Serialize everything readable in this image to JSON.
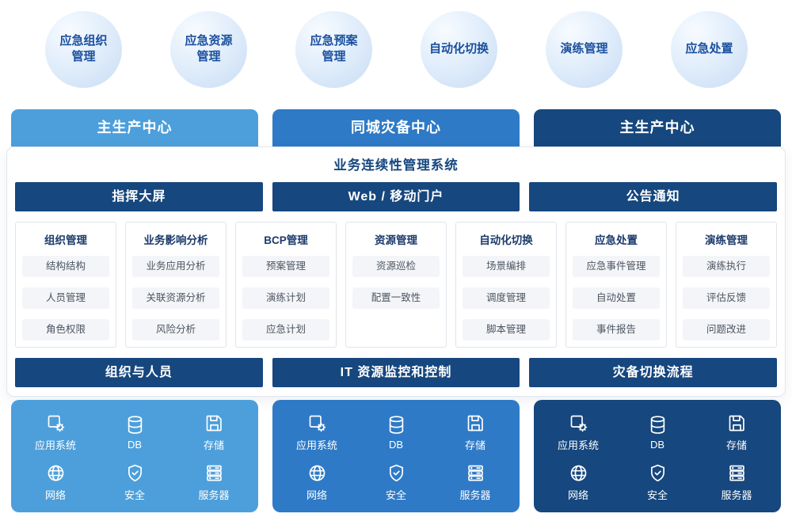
{
  "bubbles": [
    "应急组织\n管理",
    "应急资源\n管理",
    "应急预案\n管理",
    "自动化切换",
    "演练管理",
    "应急处置"
  ],
  "centers": [
    {
      "label": "主生产中心",
      "color": "#4D9FDB"
    },
    {
      "label": "同城灾备中心",
      "color": "#2E7AC7"
    },
    {
      "label": "主生产中心",
      "color": "#16477E"
    }
  ],
  "system": {
    "title": "业务连续性管理系统",
    "portals": [
      "指挥大屏",
      "Web / 移动门户",
      "公告通知"
    ],
    "columns": [
      {
        "title": "组织管理",
        "items": [
          "结构结构",
          "人员管理",
          "角色权限"
        ]
      },
      {
        "title": "业务影响分析",
        "items": [
          "业务应用分析",
          "关联资源分析",
          "风险分析"
        ]
      },
      {
        "title": "BCP管理",
        "items": [
          "预案管理",
          "演练计划",
          "应急计划"
        ]
      },
      {
        "title": "资源管理",
        "items": [
          "资源巡检",
          "配置一致性"
        ]
      },
      {
        "title": "自动化切换",
        "items": [
          "场景编排",
          "调度管理",
          "脚本管理"
        ]
      },
      {
        "title": "应急处置",
        "items": [
          "应急事件管理",
          "自动处置",
          "事件报告"
        ]
      },
      {
        "title": "演练管理",
        "items": [
          "演练执行",
          "评估反馈",
          "问题改进"
        ]
      }
    ],
    "footers": [
      "组织与人员",
      "IT 资源监控和控制",
      "灾备切换流程"
    ]
  },
  "infra": {
    "items": [
      {
        "label": "应用系统",
        "icon": "app-system-icon"
      },
      {
        "label": "DB",
        "icon": "database-icon"
      },
      {
        "label": "存储",
        "icon": "storage-icon"
      },
      {
        "label": "网络",
        "icon": "network-icon"
      },
      {
        "label": "安全",
        "icon": "security-icon"
      },
      {
        "label": "服务器",
        "icon": "server-icon"
      }
    ]
  },
  "colors": {
    "light_blue": "#4D9FDB",
    "medium_blue": "#2E7AC7",
    "navy": "#16477E",
    "bubble_text": "#1A4F9E",
    "item_bg": "#F3F5F8"
  }
}
